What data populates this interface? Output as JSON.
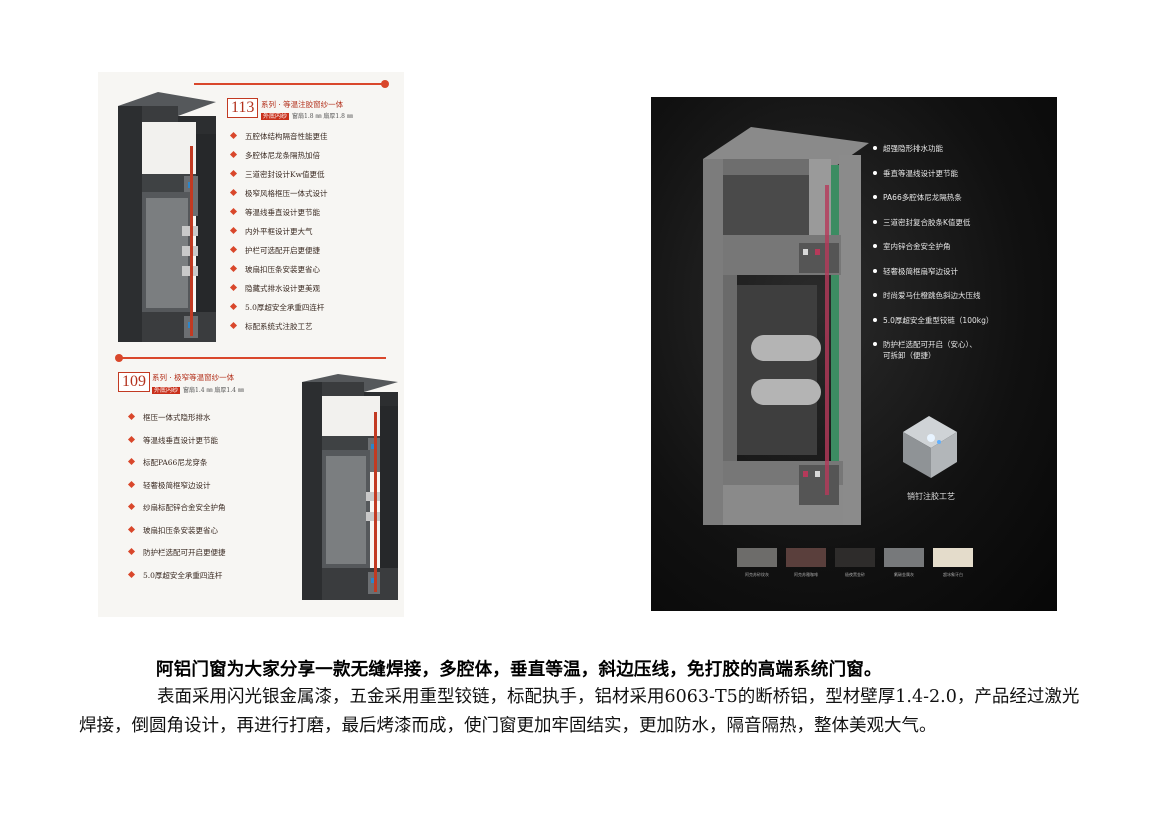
{
  "left_panel": {
    "series_a": {
      "number": "113",
      "title": "系列 · 等温注胶窗纱一体",
      "tag": "外底内纱",
      "tag_note": "窗扇1.8 ㎜  扇厚1.8 ㎜",
      "features": [
        "五腔体结构隔音性能更佳",
        "多腔体尼龙条隔热加倍",
        "三道密封设计Kw值更低",
        "极窄风格框压一体式设计",
        "等温线垂直设计更节能",
        "内外平框设计更大气",
        "护栏可选配开启更便捷",
        "玻扇扣压条安装更省心",
        "隐藏式排水设计更美观",
        "5.0厚超安全承重四连杆",
        "标配系统式注胶工艺"
      ]
    },
    "series_b": {
      "number": "109",
      "title": "系列 · 极窄等温窗纱一体",
      "tag": "外底内纱",
      "tag_note": "窗扇1.4 ㎜  扇厚1.4 ㎜",
      "features": [
        "框压一体式隐形排水",
        "等温线垂直设计更节能",
        "标配PA66尼龙穿条",
        "轻奢极简框窄边设计",
        "纱扇标配锌合金安全护角",
        "玻扇扣压条安装更省心",
        "防护栏选配可开启更便捷",
        "5.0厚超安全承重四连杆"
      ]
    }
  },
  "right_panel": {
    "features": [
      "超强隐形排水功能",
      "垂直等温线设计更节能",
      "PA66多腔体尼龙隔热条",
      "三道密封复合胶条K值更低",
      "室内锌合金安全护角",
      "轻奢极简框扇窄边设计",
      "时尚爱马仕橙跳色斜边大压线",
      "5.0厚超安全重型铰链（100kg）"
    ],
    "feature_last_line1": "防护栏选配可开启（安心）、",
    "feature_last_line2": "可拆卸（便捷）",
    "rivet_caption": "销钉注胶工艺",
    "swatches": [
      {
        "label": "阿克苏砂纹灰",
        "color": "#6d6c6a"
      },
      {
        "label": "阿克苏雅咖啡",
        "color": "#5a3f3c"
      },
      {
        "label": "极夜黑金砂",
        "color": "#2e2c2b"
      },
      {
        "label": "氟碳金属灰",
        "color": "#77797b"
      },
      {
        "label": "超冰象牙白",
        "color": "#e4dccb"
      }
    ]
  },
  "headline": "阿铝门窗为大家分享一款无缝焊接，多腔体，垂直等温，斜边压线，免打胶的高端系统门窗。",
  "body": "表面采用闪光银金属漆，五金采用重型铰链，标配执手，铝材采用6063-T5的断桥铝，型材壁厚1.4-2.0，产品经过激光焊接，倒圆角设计，再进行打磨，最后烤漆而成，使门窗更加牢固结实，更加防水，隔音隔热，整体美观大气。",
  "colors": {
    "accent_red": "#d9472b",
    "profile_dark": "#2f3133",
    "dark_bg": "#111111"
  }
}
